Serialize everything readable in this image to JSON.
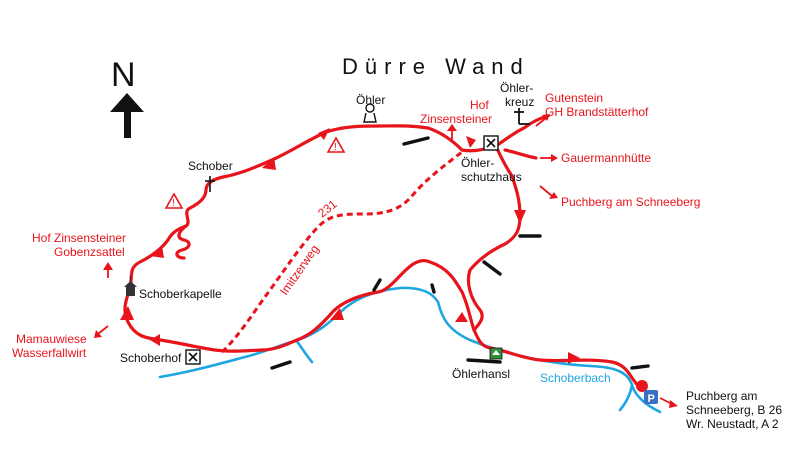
{
  "mountain": "Dürre Wand",
  "north": "N",
  "labels": {
    "oehler": "Öhler",
    "oehlerkreuz_1": "Öhler-",
    "oehlerkreuz_2": "kreuz",
    "hof_1": "Hof",
    "hof_2": "Zinsensteiner",
    "gutenstein": "Gutenstein",
    "gh": "GH Brandstätterhof",
    "gauermann": "Gauermannhütte",
    "schutzhaus_1": "Öhler-",
    "schutzhaus_2": "schutzhaus",
    "puchberg_right": "Puchberg am Schneeberg",
    "schober": "Schober",
    "hofzin_1": "Hof Zinsensteiner",
    "hofzin_2": "Gobenzsattel",
    "trail231": "231",
    "imitzerweg": "Imitzerweg",
    "schoberkapelle": "Schoberkapelle",
    "mamau_1": "Mamauwiese",
    "mamau_2": "Wasserfallwirt",
    "schoberhof": "Schoberhof",
    "oehlerhansl": "Öhlerhansl",
    "schoberbach": "Schoberbach",
    "puch_1": "Puchberg am",
    "puch_2": "Schneeberg, B 26",
    "puch_3": "Wr. Neustadt, A 2",
    "parking": "P"
  },
  "colors": {
    "route": "#e8141b",
    "stream": "#1ea6e0",
    "text": "#111111"
  }
}
